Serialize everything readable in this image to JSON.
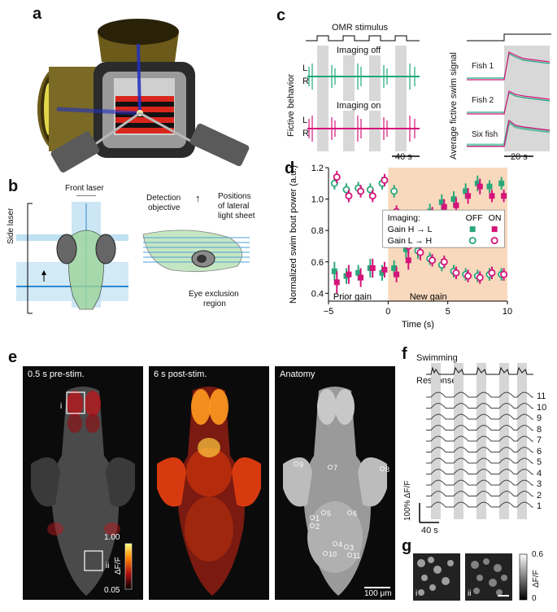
{
  "panels": {
    "a": {
      "label": "a"
    },
    "b": {
      "label": "b",
      "front_laser": "Front laser",
      "side_laser": "Side laser",
      "detection": "Detection",
      "objective": "objective",
      "positions_line1": "Positions",
      "positions_line2": "of lateral",
      "positions_line3": "light sheet",
      "eye_line1": "Eye exclusion",
      "eye_line2": "region"
    },
    "c": {
      "label": "c",
      "omr": "OMR stimulus",
      "ylabel": "Fictive behavior",
      "imaging_off": "Imaging off",
      "imaging_on": "Imaging on",
      "L": "L",
      "R": "R",
      "scalebar_left": "40 s",
      "avg_ylabel": "Average fictive swim signal",
      "fish1": "Fish 1",
      "fish2": "Fish 2",
      "six_fish": "Six fish",
      "scalebar_right": "20 s"
    },
    "d": {
      "label": "d"
    },
    "e": {
      "label": "e",
      "pre": "0.5 s pre-stim.",
      "post": "6 s post-stim.",
      "anatomy": "Anatomy",
      "roi_i": "i",
      "roi_ii": "ii",
      "cbar_max": "1.00",
      "cbar_min": "0.05",
      "cbar_label": "ΔF/F",
      "scalebar": "100 μm",
      "numbers": [
        "1",
        "2",
        "3",
        "4",
        "5",
        "6",
        "7",
        "8",
        "9",
        "10",
        "11"
      ]
    },
    "f": {
      "label": "f",
      "swimming": "Swimming",
      "responses": "Responses",
      "trace_numbers": [
        "11",
        "10",
        "9",
        "8",
        "7",
        "6",
        "5",
        "4",
        "3",
        "2",
        "1"
      ],
      "ylabel": "100% ΔF/F",
      "scalebar": "40 s"
    },
    "g": {
      "label": "g",
      "i": "i",
      "ii": "ii",
      "cbar_max": "0.6",
      "cbar_min": "0",
      "cbar_label": "ΔF/F"
    }
  },
  "chart_data": {
    "type": "scatter",
    "title": "",
    "xlabel": "Time (s)",
    "ylabel": "Normalized swim bout power (a.u.)",
    "xlim": [
      -5,
      10
    ],
    "ylim": [
      0.35,
      1.2
    ],
    "xticks": [
      "−5",
      "0",
      "5",
      "10"
    ],
    "yticks": [
      "0.4",
      "0.6",
      "0.8",
      "1.0",
      "1.2"
    ],
    "region_labels": {
      "prior": "Prior gain",
      "new": "New gain"
    },
    "legend": {
      "title": "Imaging:",
      "col_off": "OFF",
      "col_on": "ON",
      "row1": "Gain  H → L",
      "row2": "Gain  L → H"
    },
    "colors": {
      "off": "#2aa87a",
      "on": "#d4147a",
      "shade": "#f9d9bd"
    },
    "series": [
      {
        "name": "Gain H→L OFF",
        "marker": "square",
        "color": "#2aa87a",
        "x": [
          -4.5,
          -3.5,
          -2.5,
          -1.5,
          -0.5,
          0.5,
          1.5,
          2.5,
          3.5,
          4.5,
          5.5,
          6.5,
          7.5,
          8.5,
          9.5
        ],
        "y": [
          0.54,
          0.51,
          0.53,
          0.56,
          0.53,
          0.56,
          0.68,
          0.8,
          0.92,
          0.98,
          1.0,
          1.05,
          1.1,
          1.08,
          1.1
        ],
        "err": [
          0.06,
          0.05,
          0.05,
          0.06,
          0.05,
          0.05,
          0.06,
          0.05,
          0.05,
          0.05,
          0.05,
          0.05,
          0.05,
          0.04,
          0.04
        ]
      },
      {
        "name": "Gain H→L ON",
        "marker": "square",
        "color": "#d4147a",
        "x": [
          -4.3,
          -3.3,
          -2.3,
          -1.3,
          -0.3,
          0.7,
          1.7,
          2.7,
          3.7,
          4.7,
          5.7,
          6.7,
          7.7,
          8.7,
          9.7
        ],
        "y": [
          0.47,
          0.52,
          0.5,
          0.56,
          0.55,
          0.52,
          0.61,
          0.78,
          0.9,
          0.95,
          0.96,
          1.02,
          1.08,
          1.02,
          1.02
        ],
        "err": [
          0.07,
          0.06,
          0.06,
          0.06,
          0.05,
          0.05,
          0.06,
          0.05,
          0.05,
          0.05,
          0.05,
          0.05,
          0.05,
          0.04,
          0.04
        ]
      },
      {
        "name": "Gain L→H OFF",
        "marker": "circle",
        "color": "#2aa87a",
        "x": [
          -4.5,
          -3.5,
          -2.5,
          -1.5,
          -0.5,
          0.5,
          1.5,
          2.5,
          3.5,
          4.5,
          5.5,
          6.5,
          7.5,
          8.5,
          9.5
        ],
        "y": [
          1.1,
          1.06,
          1.07,
          1.06,
          1.1,
          1.05,
          0.72,
          0.67,
          0.62,
          0.58,
          0.54,
          0.52,
          0.51,
          0.52,
          0.52
        ],
        "err": [
          0.04,
          0.04,
          0.04,
          0.04,
          0.04,
          0.04,
          0.05,
          0.05,
          0.04,
          0.04,
          0.04,
          0.04,
          0.04,
          0.04,
          0.04
        ]
      },
      {
        "name": "Gain L→H ON",
        "marker": "circle",
        "color": "#d4147a",
        "x": [
          -4.3,
          -3.3,
          -2.3,
          -1.3,
          -0.3,
          0.7,
          1.7,
          2.7,
          3.7,
          4.7,
          5.7,
          6.7,
          7.7,
          8.7,
          9.7
        ],
        "y": [
          1.14,
          1.02,
          1.05,
          1.02,
          1.12,
          0.92,
          0.7,
          0.66,
          0.61,
          0.6,
          0.53,
          0.51,
          0.5,
          0.53,
          0.52
        ],
        "err": [
          0.04,
          0.04,
          0.04,
          0.04,
          0.04,
          0.04,
          0.05,
          0.05,
          0.04,
          0.04,
          0.04,
          0.04,
          0.04,
          0.04,
          0.04
        ]
      }
    ]
  }
}
